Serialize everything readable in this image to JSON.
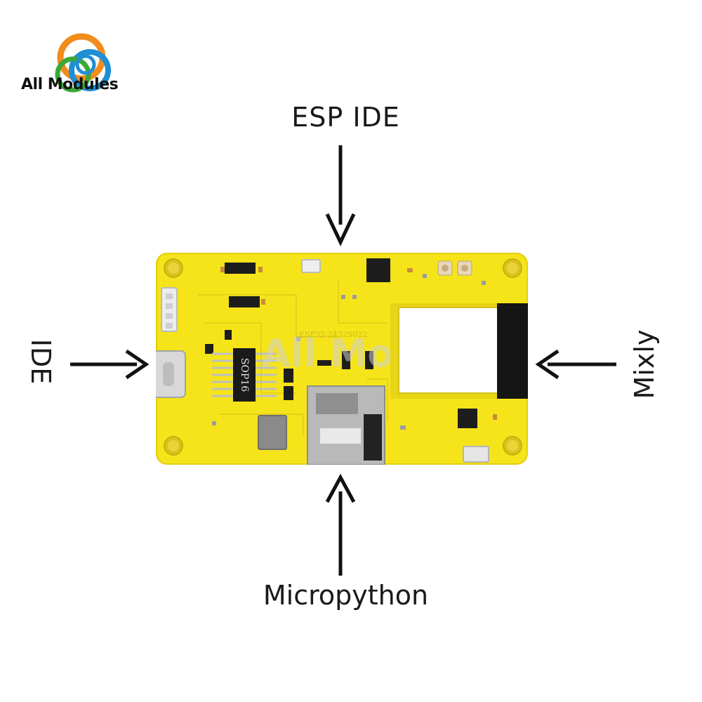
{
  "logo": {
    "text": "All Modules"
  },
  "labels": {
    "top": "ESP IDE",
    "left": "IDE",
    "right": "Mixly",
    "bottom": "Micropython"
  },
  "board": {
    "chip_label": "SOP16",
    "silkscreen_model": "ESP32-2432S022",
    "watermark": "All Modules"
  },
  "colors": {
    "board": "#f5e41a",
    "arrow": "#111111",
    "logo_blue": "#1f8fd6",
    "logo_orange": "#f28c1c",
    "logo_green": "#3aa935"
  },
  "icons": [
    "arrow-down-icon",
    "arrow-right-icon",
    "arrow-left-icon",
    "arrow-up-icon"
  ]
}
